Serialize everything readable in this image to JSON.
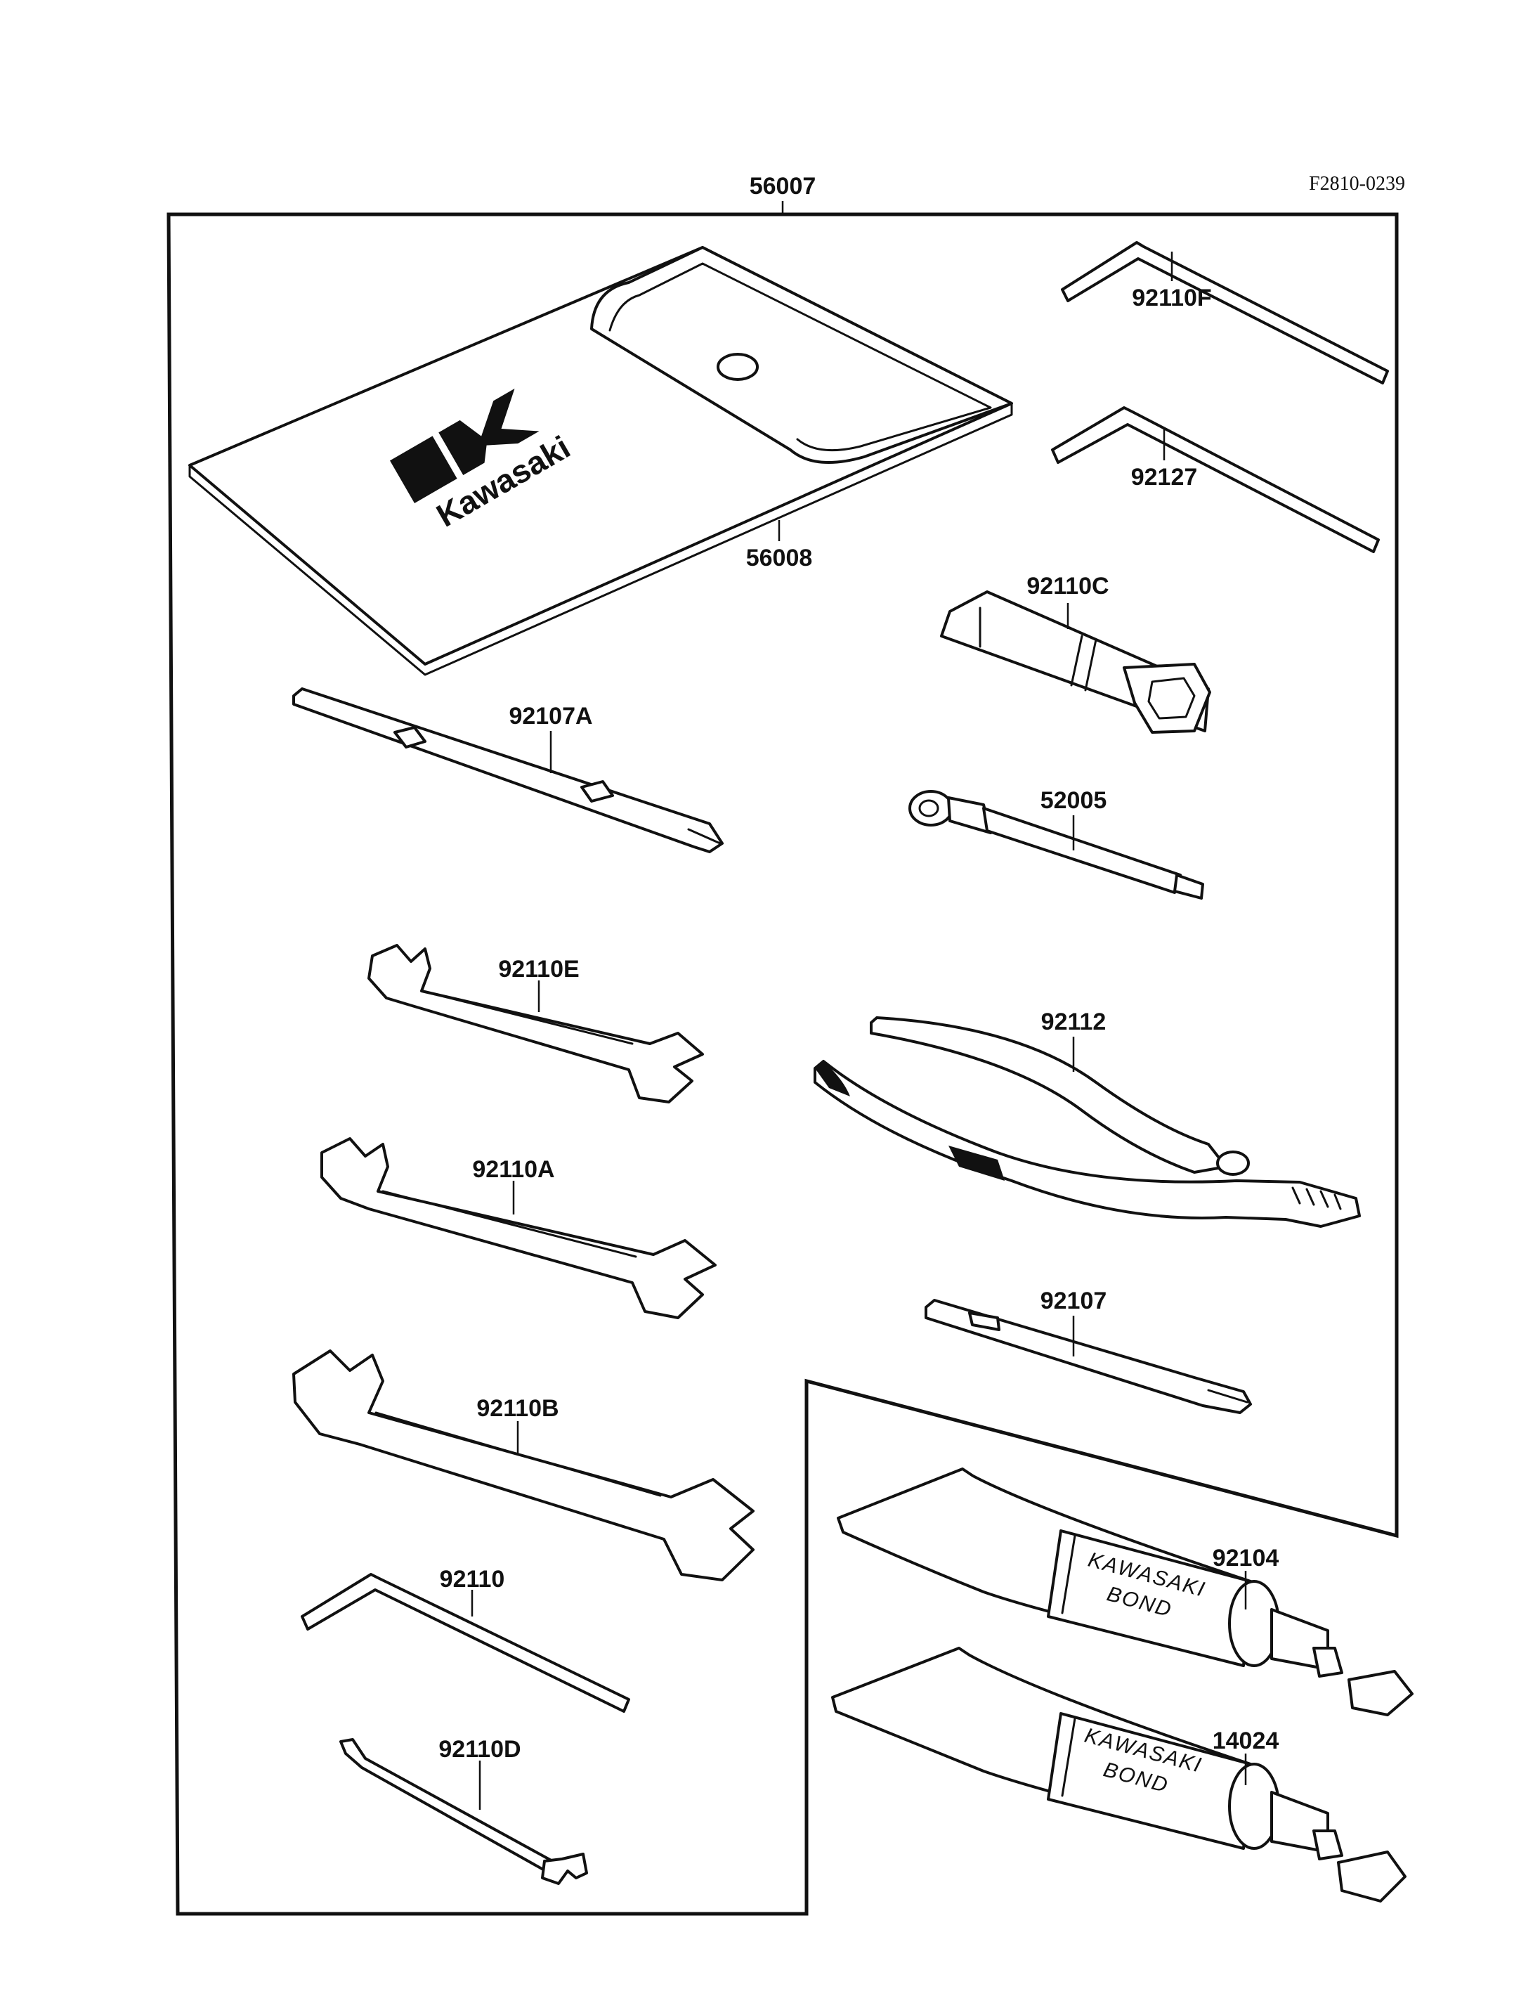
{
  "ref_code": "F2810-0239",
  "colors": {
    "ink": "#111111",
    "paper": "#ffffff"
  },
  "labels": {
    "kit": "56007",
    "pouch": "56008",
    "hex_wrench_f": "92110F",
    "hex_wrench_127": "92127",
    "plug_wrench": "92110C",
    "screwdriver_a": "92107A",
    "spoke_wrench": "52005",
    "wrench_e": "92110E",
    "pliers": "92112",
    "wrench_a": "92110A",
    "screwdriver": "92107",
    "wrench_b": "92110B",
    "hex_wrench": "92110",
    "wrench_d": "92110D",
    "bond_1": "92104",
    "bond_2": "14024"
  },
  "tube_text": {
    "line1": "KAWASAKI",
    "line2": "BOND"
  },
  "logo_text": "Kawasaki"
}
